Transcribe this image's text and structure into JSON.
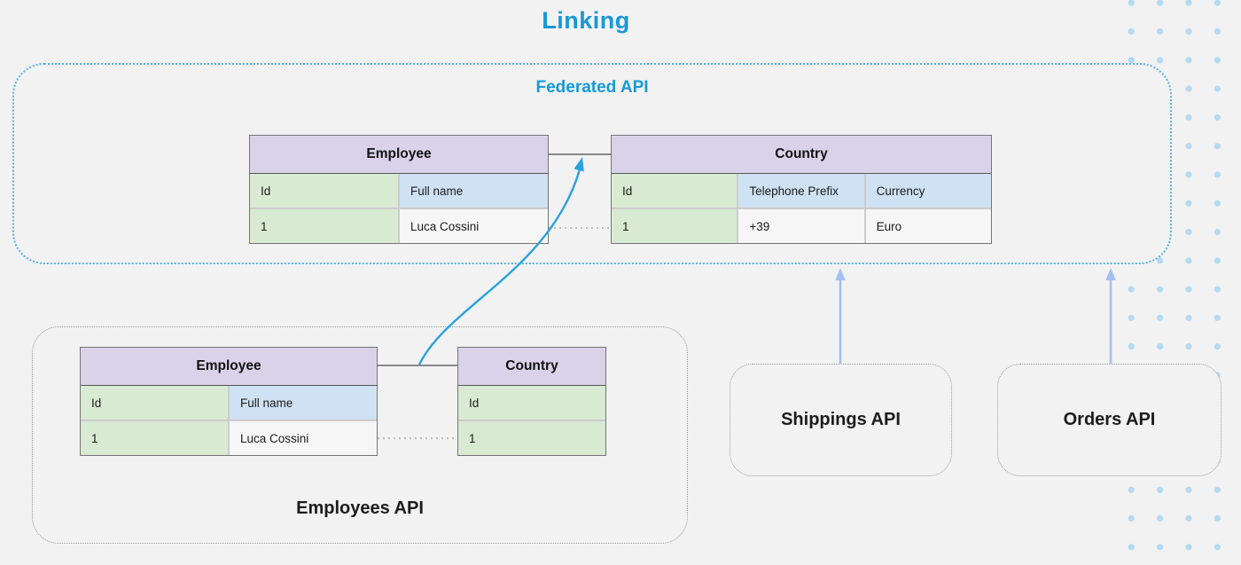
{
  "page": {
    "title": "Linking"
  },
  "federated": {
    "label": "Federated API",
    "employee_table": {
      "title": "Employee",
      "columns": [
        {
          "label": "Id"
        },
        {
          "label": "Full name"
        }
      ],
      "rows": [
        [
          "1",
          "Luca Cossini"
        ]
      ]
    },
    "country_table": {
      "title": "Country",
      "columns": [
        {
          "label": "Id"
        },
        {
          "label": "Telephone Prefix"
        },
        {
          "label": "Currency"
        }
      ],
      "rows": [
        [
          "1",
          "+39",
          "Euro"
        ]
      ]
    }
  },
  "employees_api": {
    "label": "Employees API",
    "employee_table": {
      "title": "Employee",
      "columns": [
        {
          "label": "Id"
        },
        {
          "label": "Full name"
        }
      ],
      "rows": [
        [
          "1",
          "Luca Cossini"
        ]
      ]
    },
    "country_table": {
      "title": "Country",
      "columns": [
        {
          "label": "Id"
        }
      ],
      "rows": [
        [
          "1"
        ]
      ]
    }
  },
  "shippings_api": {
    "label": "Shippings API"
  },
  "orders_api": {
    "label": "Orders API"
  },
  "colors": {
    "background": "#F2F2F2",
    "accent_blue": "#1699D8",
    "federated_border_blue": "#57B1E2",
    "link_curve_blue": "#29A2DC",
    "upward_arrow_blue": "#A3C1EE",
    "dot_pattern_blue": "#B5D9F2",
    "container_border_gray": "#999999",
    "table_header_lavender": "#D9D2E9",
    "cell_green": "#D9EAD3",
    "cell_blue": "#CFE2F3",
    "cell_plain": "#F6F6F7",
    "connector_gray": "#666666"
  }
}
